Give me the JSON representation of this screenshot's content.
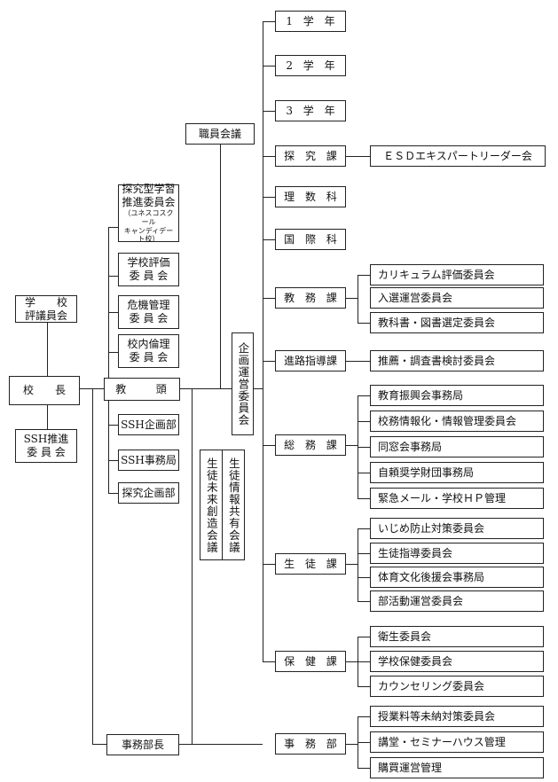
{
  "boxes": {
    "gakko_hyogiinkai": "学　　校\n評議員会",
    "kocho": "校　　長",
    "ssh_suishin": "SSH推進\n委 員 会",
    "kyoto": "教　頭",
    "jimubucho": "事務部長",
    "tankyu_suishin": "探究型学習\n推進委員会",
    "tankyu_suishin_note": "（ユネスコスクール\nキャンディデート校）",
    "gakko_hyoka": "学校評価\n委 員 会",
    "kiki_kanri": "危機管理\n委 員 会",
    "konai_rinri": "校内倫理\n委 員 会",
    "ssh_kikaku": "SSH企画部",
    "ssh_jimu": "SSH事務局",
    "tankyu_kikaku": "探究企画部",
    "shokuin_kaigi": "職員会議",
    "kikaku_uneii": "企画運営委員会",
    "seito_joho": "生徒情報共有会議",
    "seito_mirai": "生徒未来創造会議",
    "grade1": "1 学 年",
    "grade2": "2 学 年",
    "grade3": "3 学 年",
    "tankyu_ka": "探 究 課",
    "esd": "ＥＳＤエキスパートリーダー会",
    "risu_ka": "理 数 科",
    "kokusai_ka": "国 際 科",
    "kyomu_ka": "教 務 課",
    "curriculum": "カリキュラム評価委員会",
    "nyushi": "入選運営委員会",
    "kyokasho": "教科書・図書選定委員会",
    "shinro": "進路指導課",
    "suisen": "推薦・調査書検討委員会",
    "somu_ka": "総 務 課",
    "kyoiku_shinko": "教育振興会事務局",
    "komu_joho": "校務情報化・情報管理委員会",
    "dosokai": "同窓会事務局",
    "jirai": "自頼奨学財団事務局",
    "kinkyu": "緊急メール・学校ＨＰ管理",
    "seito_ka": "生 徒 課",
    "ijime": "いじめ防止対策委員会",
    "seito_shido": "生徒指導委員会",
    "taiiku": "体育文化後援会事務局",
    "bukatsu": "部活動運営委員会",
    "hoken_ka": "保 健 課",
    "eisei": "衛生委員会",
    "gakko_hoken": "学校保健委員会",
    "counseling": "カウンセリング委員会",
    "jimubu": "事 務 部",
    "jugyoryo": "授業料等未納対策委員会",
    "kodo": "講堂・セミナーハウス管理",
    "kobai": "購買運営管理"
  },
  "colors": {
    "line": "#222222",
    "background": "#ffffff"
  }
}
